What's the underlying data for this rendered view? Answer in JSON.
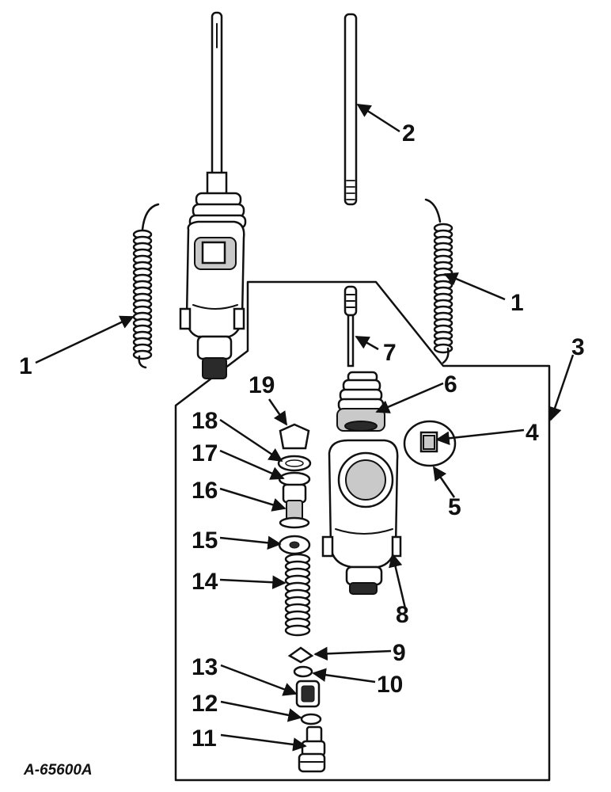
{
  "figure_id": "A-65600A",
  "callouts": {
    "c1a": "1",
    "c1b": "1",
    "c2": "2",
    "c3": "3",
    "c4": "4",
    "c5": "5",
    "c6": "6",
    "c7": "7",
    "c8": "8",
    "c9": "9",
    "c10": "10",
    "c11": "11",
    "c12": "12",
    "c13": "13",
    "c14": "14",
    "c15": "15",
    "c16": "16",
    "c17": "17",
    "c18": "18",
    "c19": "19"
  },
  "colors": {
    "ink": "#111111",
    "paper": "#ffffff",
    "shade": "#c9c9c9"
  }
}
